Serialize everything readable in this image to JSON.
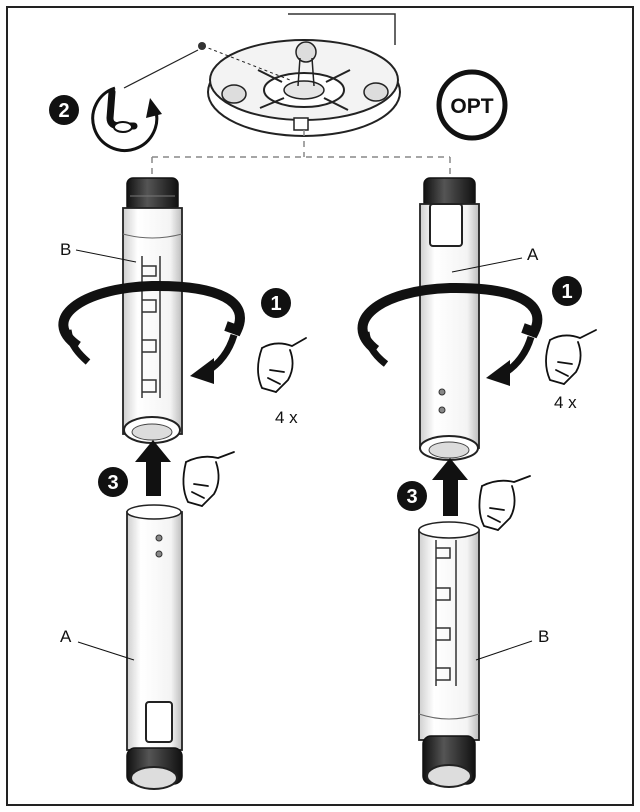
{
  "labels": {
    "tube_b_top": "B",
    "tube_a_right_top": "A",
    "tube_a_bottom": "A",
    "tube_b_right_bottom": "B",
    "times_left": "4 x",
    "times_right": "4 x",
    "optional_badge": "OPT"
  },
  "steps": {
    "rotate_left": "1",
    "rotate_right": "1",
    "tighten": "2",
    "insert_left": "3",
    "insert_right": "3"
  }
}
